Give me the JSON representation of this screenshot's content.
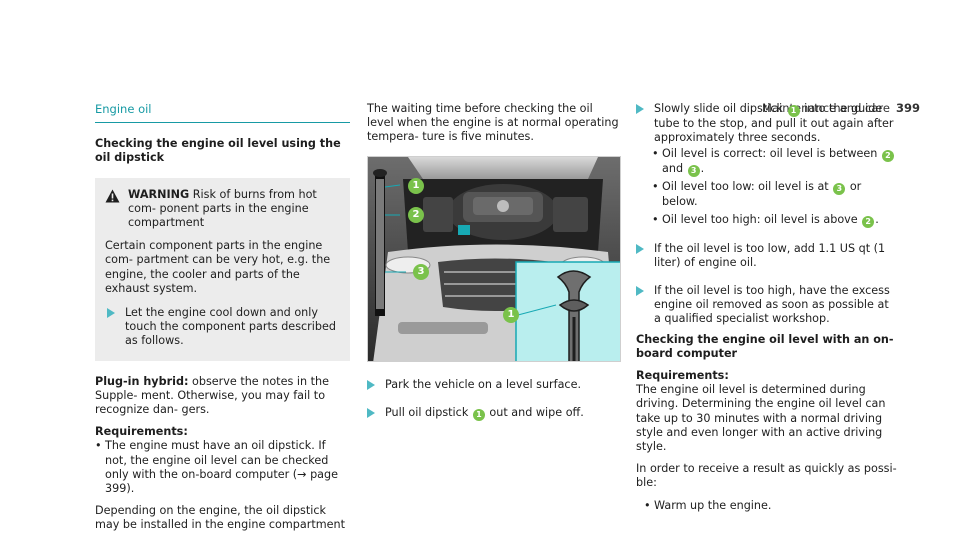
{
  "header": {
    "section": "Maintenance and care",
    "page": "399"
  },
  "col1": {
    "section_title": "Engine oil",
    "subtitle": "Checking the engine oil level using the oil dipstick",
    "warning": {
      "label": "WARNING",
      "head": " Risk of burns from hot com- ponent parts in the engine compartment",
      "body": "Certain component parts in the engine com- partment can be very hot, e.g. the engine, the cooler and parts of the exhaust system.",
      "step": "Let the engine cool down and only touch the component parts described as follows."
    },
    "plugin_label": "Plug-in hybrid:",
    "plugin_text": " observe the notes in the Supple- ment. Otherwise, you may fail to recognize dan- gers.",
    "req_label": "Requirements:",
    "req_item": "The engine must have an oil dipstick. If not, the engine oil level can be checked only with the on-board computer (→ page 399).",
    "depending": "Depending on the engine, the oil dipstick may be installed in the engine compartment in different locations."
  },
  "col2": {
    "intro": "The waiting time before checking the oil level when the engine is at normal operating tempera- ture is five minutes.",
    "fig_labels": [
      "1",
      "2",
      "3",
      "1"
    ],
    "step1": "Park the vehicle on a level surface.",
    "step2_a": "Pull oil dipstick ",
    "step2_num": "1",
    "step2_b": " out and wipe off."
  },
  "col3": {
    "step1_a": "Slowly slide oil dipstick ",
    "step1_num": "1",
    "step1_b": " into the guide tube to the stop, and pull it out again after approximately three seconds.",
    "b1_a": "Oil level is correct: oil level is between ",
    "b1_n1": "2",
    "b1_mid": " and ",
    "b1_n2": "3",
    "b1_end": ".",
    "b2_a": "Oil level too low: oil level is at ",
    "b2_n": "3",
    "b2_b": " or below.",
    "b3_a": "Oil level too high: oil level is above ",
    "b3_n": "2",
    "b3_b": ".",
    "step2": "If the oil level is too low, add 1.1 US qt (1 liter) of engine oil.",
    "step3": "If the oil level is too high, have the excess engine oil removed as soon as possible at a qualified specialist workshop.",
    "subtitle2": "Checking the engine oil level with an on- board computer",
    "req_label": "Requirements:",
    "req_text": "The engine oil level is determined during driving. Determining the engine oil level can take up to 30 minutes with a normal driving style and even longer with an active driving style.",
    "order_text": "In order to receive a result as quickly as possi- ble:",
    "bullet_last": "Warm up the engine."
  },
  "colors": {
    "accent": "#179aa4",
    "callout": "#7ac24b",
    "arrow": "#4fb9c4",
    "warning_bg": "#ececec",
    "inset_bg": "#b9eeee"
  }
}
